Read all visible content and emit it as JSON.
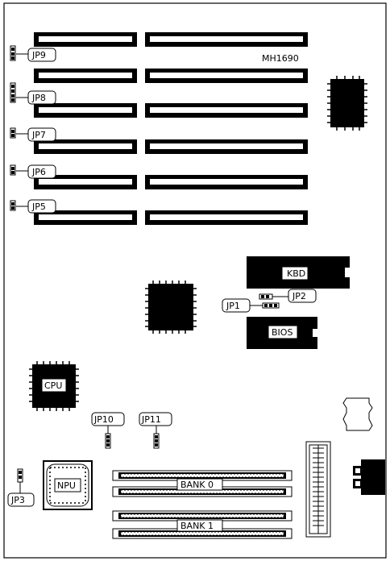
{
  "board": {
    "model": "MH1690"
  },
  "jumpers": {
    "jp1": "JP1",
    "jp2": "JP2",
    "jp3": "JP3",
    "jp5": "JP5",
    "jp6": "JP6",
    "jp7": "JP7",
    "jp8": "JP8",
    "jp9": "JP9",
    "jp10": "JP10",
    "jp11": "JP11"
  },
  "chips": {
    "kbd": "KBD",
    "bios": "BIOS",
    "cpu": "CPU",
    "npu": "NPU"
  },
  "memory": {
    "bank0": "BANK 0",
    "bank1": "BANK 1"
  }
}
